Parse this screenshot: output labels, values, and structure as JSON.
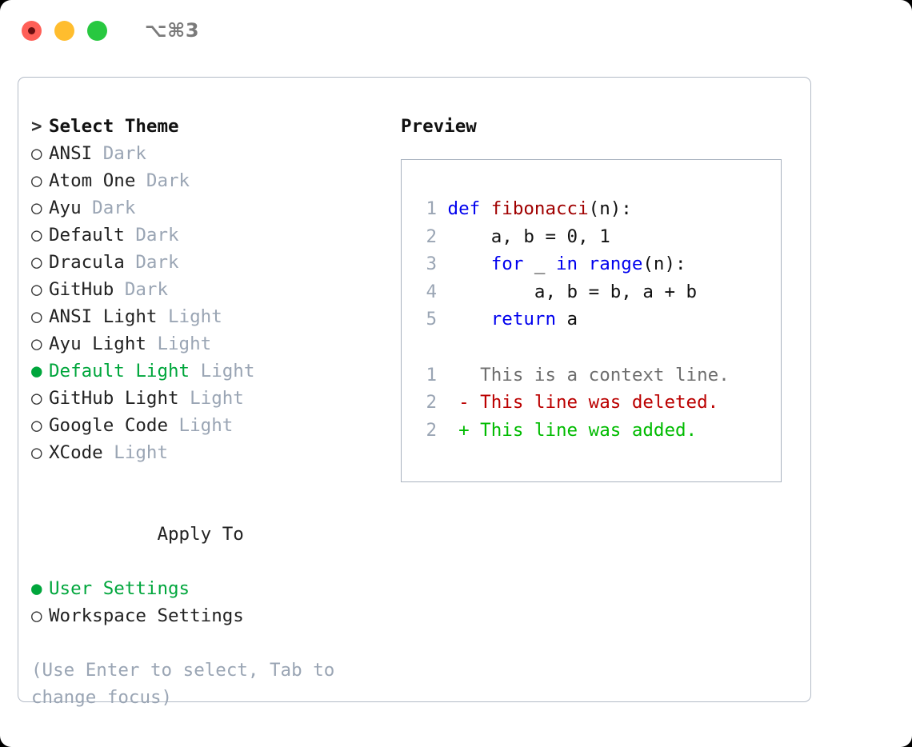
{
  "titlebar": {
    "shortcut": "⌥⌘3",
    "lights": [
      {
        "name": "close-button",
        "color": "#ff5f57"
      },
      {
        "name": "minimize-button",
        "color": "#ffbd2e"
      },
      {
        "name": "maximize-button",
        "color": "#28c840"
      }
    ]
  },
  "theme_picker": {
    "prompt_prefix": ">",
    "title": "Select Theme",
    "selected_bullet": "●",
    "unselected_bullet": "○",
    "items": [
      {
        "label": "ANSI",
        "badge": "Dark",
        "selected": false
      },
      {
        "label": "Atom One",
        "badge": "Dark",
        "selected": false
      },
      {
        "label": "Ayu",
        "badge": "Dark",
        "selected": false
      },
      {
        "label": "Default",
        "badge": "Dark",
        "selected": false
      },
      {
        "label": "Dracula",
        "badge": "Dark",
        "selected": false
      },
      {
        "label": "GitHub",
        "badge": "Dark",
        "selected": false
      },
      {
        "label": "ANSI Light",
        "badge": "Light",
        "selected": false
      },
      {
        "label": "Ayu Light",
        "badge": "Light",
        "selected": false
      },
      {
        "label": "Default Light",
        "badge": "Light",
        "selected": true
      },
      {
        "label": "GitHub Light",
        "badge": "Light",
        "selected": false
      },
      {
        "label": "Google Code",
        "badge": "Light",
        "selected": false
      },
      {
        "label": "XCode",
        "badge": "Light",
        "selected": false
      }
    ]
  },
  "apply_to": {
    "title": "Apply To",
    "items": [
      {
        "label": "User Settings",
        "selected": true
      },
      {
        "label": "Workspace Settings",
        "selected": false
      }
    ]
  },
  "hint": "(Use Enter to select, Tab to change focus)",
  "preview": {
    "title": "Preview",
    "code_lines": [
      {
        "number": "1",
        "tokens": [
          {
            "text": "def ",
            "type": "keyword"
          },
          {
            "text": "fibonacci",
            "type": "function"
          },
          {
            "text": "(n):",
            "type": "plain"
          }
        ]
      },
      {
        "number": "2",
        "tokens": [
          {
            "text": "    a, b = 0, 1",
            "type": "plain"
          }
        ]
      },
      {
        "number": "3",
        "tokens": [
          {
            "text": "    ",
            "type": "plain"
          },
          {
            "text": "for",
            "type": "keyword"
          },
          {
            "text": " _ ",
            "type": "plain"
          },
          {
            "text": "in",
            "type": "keyword"
          },
          {
            "text": " ",
            "type": "plain"
          },
          {
            "text": "range",
            "type": "keyword"
          },
          {
            "text": "(n):",
            "type": "plain"
          }
        ]
      },
      {
        "number": "4",
        "tokens": [
          {
            "text": "        a, b = b, a + b",
            "type": "plain"
          }
        ]
      },
      {
        "number": "5",
        "tokens": [
          {
            "text": "    ",
            "type": "plain"
          },
          {
            "text": "return",
            "type": "keyword"
          },
          {
            "text": " a",
            "type": "plain"
          }
        ]
      }
    ],
    "diff_lines": [
      {
        "number": "1",
        "marker": " ",
        "text": "This is a context line.",
        "type": "context"
      },
      {
        "number": "2",
        "marker": "-",
        "text": "This line was deleted.",
        "type": "deleted"
      },
      {
        "number": "2",
        "marker": "+",
        "text": "This line was added.",
        "type": "added"
      }
    ]
  },
  "colors": {
    "accent_green": "#00a63c",
    "muted": "#9aa5b4",
    "keyword": "#0000ee",
    "function": "#a00000",
    "diff_added": "#00bb00",
    "diff_deleted": "#bb0000",
    "diff_context": "#6f6f6f",
    "border": "#b3bbc7"
  }
}
